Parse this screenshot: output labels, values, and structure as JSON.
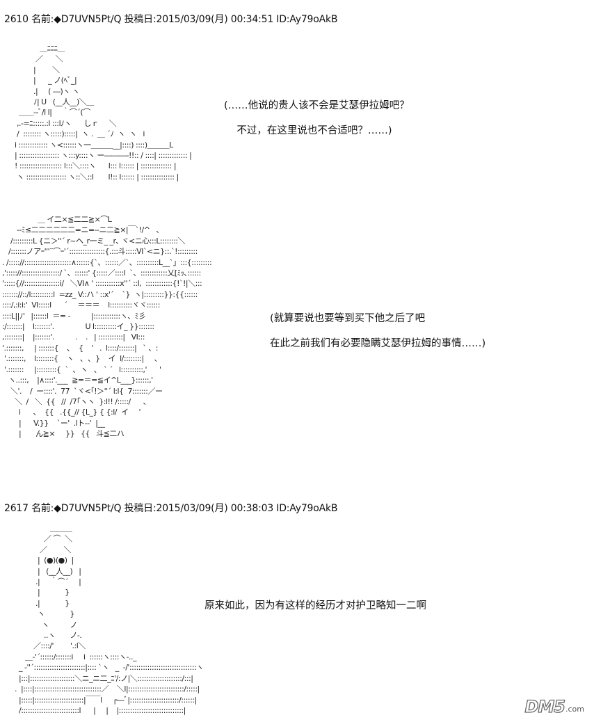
{
  "posts": [
    {
      "header": "2610 名前:◆D7UVN5Pt/Q 投稿日:2015/03/09(月) 00:34:51 ID:Ay79oAkB",
      "panels": [
        {
          "art": "             ＿ﾆﾆﾆ＿\n           ／      ＼\n          |        ＼\n          |      _ ノ(ﾍﾞ_|\n          .|     ( ―)ヽ ヽ\n          ﾉ| U   (__人__)＼＿ \n   ＿＿--ﾞ/l l|     ｀⌒´(⌒\n  ,.-=ﾆ:::::.:l :::lﾉヽ      しｒ     ＼\n  /  :::::::: ヽ:::::):::::|  ヽ .  ＿ ´ﾉ  ヽ  ヽ   i\n i ::::::::::::: ヽ<::::::ヽ一＿＿＿__|::::) ::::)＿＿＿L\n | :::::::::::::::::: ヽ:::y::::ヽ ー―――-!!:: / ::::| ::::::::::::: |\n ! ::::::::::::::::::: l:::＼::::ヽ      l::: l:::::: | :::::::::::::: |\n  ヽ :::::::::::::::::: ヽ::＼::l       l!:: l:::::: | ::::::::::::::: |",
          "lines": [
            "(……他说的贵人该不会是艾瑟伊拉姆吧？",
            "    不过，在这里说也不合适吧？……)"
          ]
        },
        {
          "art": "                  ＿ イ二×≦二二≧×⌒L\n        --ﾐ≤二二二二二二=ニ=--ニ二≧×|￣`!/^   ､\n     /:::::::::L {ニ＞''´ r~ヘ_r一ミ_ _r､ ヾ<ニ心:::L::::::::＼\n    /:::::::ノアｰ'''¨⌒ｰ'´::::::::::::::::{.:::斗:::::VI`<ニ}::.`!:::::::::\n . /::::://:::::::::::::::::::::∧::::::{`、::::::／`、::::::::::L__`」:::{:::::::::\n ,'::::://:::::::::::::::::/ `、::::::' {:::::／::::l  `、::::::::::::乂[ﾐｯ､::::::\n ':::::{//::::::::::::::::i/   ＼VI∧ ' :::::::::::x''´ ::l,  ::::::::::::{!`!|＼:::\n ::::::://::/l::::::::::l  =zz_ V::ハ ' ::x'´    `}  ヽ|:::::::::}}:{{::::::\n ::::/,:i:i:'  VI:::::l      ´     ＝＝＝    l::::::::::ヾヾ::::::\n ::::L||ﾉ'   |::::::l  ＝= ‐          |::::::::::::ヽ、ﾐ彡\n :/:::::::|    l:::::::'.               U l::::::::::イ_ }}:::::::\n ,::::::::|    |:::::::'.          .    .   | :::::::::::|   VI:::\n '.:::::::,     | :::::::{    ､    {    '   .  l::::/:::::::|   ` 、:\n  '.:::::::,    l::::::::{    ヽ   ､  ､  }    イ  l/::::::::|     、\n  '.:::::::     |:::::::::{  `  ､  ヽ   ､   ` ´   l::::::::::,'      '\n    ヽ..:::,    |∧::::'.___  ≧=＝=≦イ^L___}::::::,'\n     ＼'.    /  ー::::'.  77  `ヾ<｢!＞''´ l:l{  7:::::::／ー\n       ＼  /   ＼  {{   //  /7｢ヽヽ  }:l!! /:::::/      ､\n         i      、  {{   .{{_// {L_} { {:l/  イ     '\n         |      V.}}    `ー'  .lト--'  |__\n         |       ん≧×     }}   {{   斗≦二ハ",
          "lines": [
            "(就算要说也要等到买下他之后了吧",
            "在此之前我们有必要隐瞒艾瑟伊拉姆的事情……)"
          ]
        }
      ]
    },
    {
      "header": "2617 名前:◆D7UVN5Pt/Q 投稿日:2015/03/09(月) 00:38:03 ID:Ay79oAkB",
      "panels": [
        {
          "art": "                  ＿＿＿\n               ／ ⌒  ＼\n             ／        ＼\n            |  (●)(●)  |\n            |   (__人__)   |\n           .|     ｀⌒´     |\n            |            }\n           .|            }\n            ヽ            }\n              ヽ          ノ\n               ..ヽ       ノ-.\n          ／::::/'        '.:l＼\n      ＿-'´::::::/:::::::i     i  ::::::ヽ::::ヽ-.._\n   _ -''´:::::::::::::::::::::::|:::: `ヽ   _  -/'::::::::::::::::::::::::::::::ヽ\n   |:::|::::::::::::::::::::＼ニ_ニ二_ﾆ'/:ノ|＼::::::::::::::::::::/:::|\n .  |::::|::::::::::::::::::::::::::::::／    ＼l|:::::::::::::::::::::::::/:::::|\n   |:::::|::::::::::::::::::::::|￣￣l     ┌―ﾞ|::::::::::::::::::::::/::::::|\n   /::::::::::::::::::::::::::l      |     |    |:::::::::::::::::::::::::::::|",
          "lines": [
            "原来如此，因为有这样的经历才对护卫略知一二啊"
          ]
        }
      ]
    }
  ],
  "watermark": {
    "main": "DM5",
    "suffix": ".com"
  }
}
